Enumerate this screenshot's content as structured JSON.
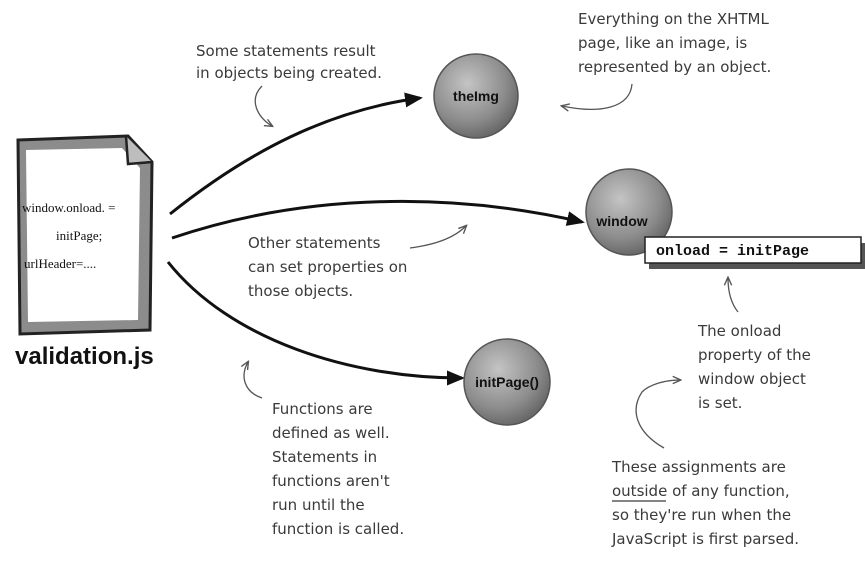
{
  "file": {
    "lines": [
      "window.onload. =",
      "initPage;",
      "urlHeader=...."
    ],
    "name": "validation.js"
  },
  "nodes": {
    "theimg": "theImg",
    "window": "window",
    "initpage": "initPage()"
  },
  "property_box": "onload = initPage",
  "notes": {
    "objects_created": [
      "Some statements result",
      "in objects being created."
    ],
    "xhtml": [
      "Everything on the XHTML",
      "page, like an image, is",
      "represented by an object."
    ],
    "set_properties": [
      "Other statements",
      "can set properties on",
      "those objects."
    ],
    "functions": [
      "Functions are",
      "defined as well.",
      "Statements in",
      "functions aren't",
      "run until the",
      "function is called."
    ],
    "onload_set": [
      "The onload",
      "property of the",
      "window object",
      "is set."
    ],
    "assignments": [
      "These assignments are",
      "outside of any function,",
      "so they're run when the",
      "JavaScript is first parsed."
    ]
  },
  "colors": {
    "sphere": "#8a8a8a",
    "ink": "#111111",
    "note": "#3a3a3a"
  }
}
